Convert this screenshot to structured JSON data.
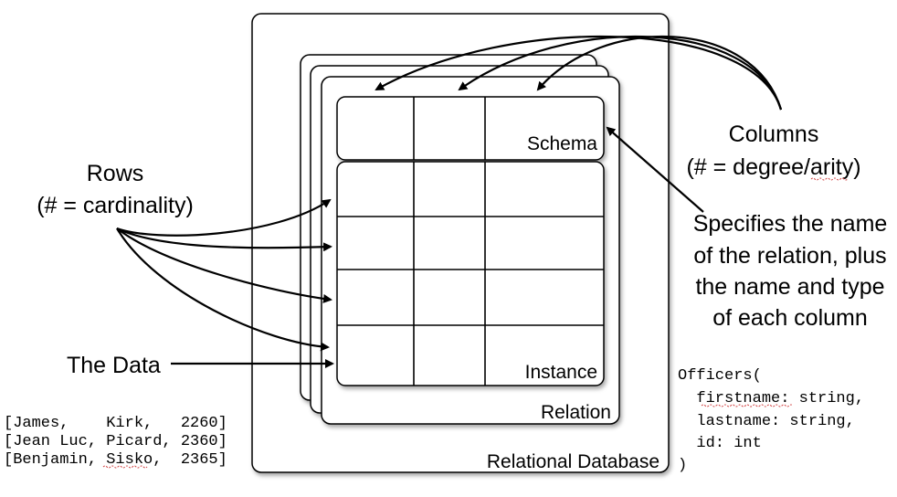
{
  "diagram": {
    "boxes": {
      "database_label": "Relational Database",
      "relation_label": "Relation",
      "schema_label": "Schema",
      "instance_label": "Instance"
    },
    "callouts": {
      "columns_title": "Columns",
      "columns_note": "(# = degree/arity)",
      "rows_title": "Rows",
      "rows_note": "(# = cardinality)",
      "data_label": "The Data",
      "schema_desc": [
        "Specifies the name",
        "of the relation, plus",
        "the name and type",
        "of each column"
      ]
    },
    "data_rows": [
      "[James,    Kirk,   2260]",
      "[Jean Luc, Picard, 2360]",
      "[Benjamin, Sisko,  2365]"
    ],
    "schema_code": [
      "Officers(",
      "  firstname: string,",
      "  lastname: string,",
      "  id: int",
      ")"
    ]
  }
}
